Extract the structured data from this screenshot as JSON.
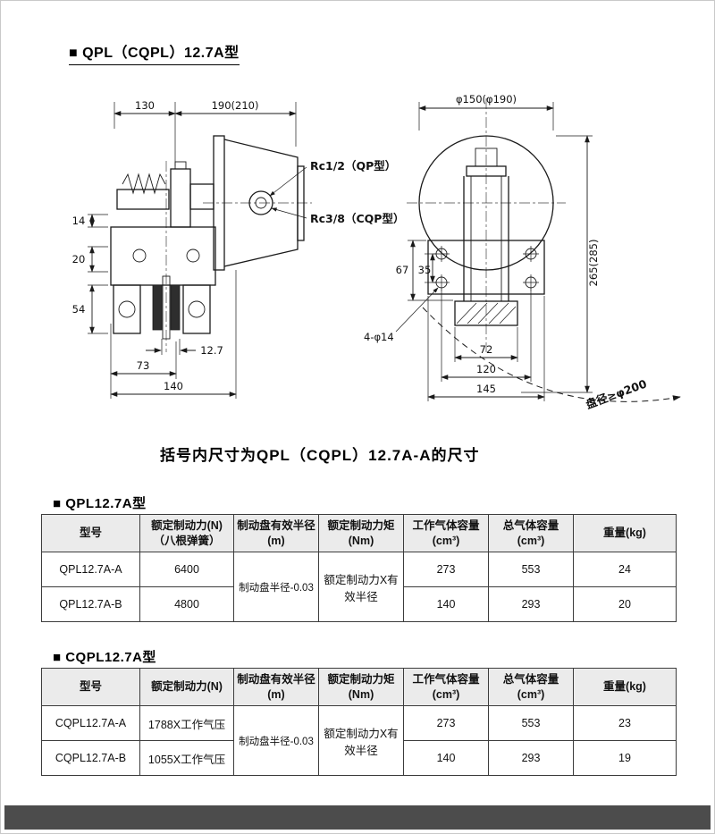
{
  "page": {
    "title": "■ QPL（CQPL）12.7A型",
    "caption": "括号内尺寸为QPL（CQPL）12.7A-A的尺寸"
  },
  "drawing_left": {
    "dims": {
      "w130": "130",
      "w190": "190(210)",
      "h14": "14",
      "h20": "20",
      "h54": "54",
      "disc_thickness": "12.7",
      "w73": "73",
      "w140": "140",
      "port_qp": "Rc1/2（QP型）",
      "port_cqp": "Rc3/8（CQP型）"
    }
  },
  "drawing_right": {
    "dims": {
      "dia150": "φ150(φ190)",
      "h265": "265(285)",
      "h67": "67",
      "h35": "35",
      "holes": "4-φ14",
      "w72": "72",
      "w120": "120",
      "w145": "145",
      "disc_dia": "盘径≥φ200"
    }
  },
  "qpl_table": {
    "section_title": "■ QPL12.7A型",
    "headers": [
      "型号",
      "额定制动力(N)\n（八根弹簧）",
      "制动盘有效半径\n(m)",
      "额定制动力矩\n(Nm)",
      "工作气体容量\n(cm³)",
      "总气体容量\n(cm³)",
      "重量(kg)"
    ],
    "merged": {
      "radius": "制动盘半径-0.03",
      "torque": "额定制动力X有效半径"
    },
    "rows": [
      {
        "model": "QPL12.7A-A",
        "force": "6400",
        "work_volume": "273",
        "total_volume": "553",
        "weight": "24"
      },
      {
        "model": "QPL12.7A-B",
        "force": "4800",
        "work_volume": "140",
        "total_volume": "293",
        "weight": "20"
      }
    ]
  },
  "cqpl_table": {
    "section_title": "■ CQPL12.7A型",
    "headers": [
      "型号",
      "额定制动力(N)",
      "制动盘有效半径\n(m)",
      "额定制动力矩\n(Nm)",
      "工作气体容量\n(cm³)",
      "总气体容量\n(cm³)",
      "重量(kg)"
    ],
    "merged": {
      "radius": "制动盘半径-0.03",
      "torque": "额定制动力X有效半径"
    },
    "rows": [
      {
        "model": "CQPL12.7A-A",
        "force": "1788X工作气压",
        "work_volume": "273",
        "total_volume": "553",
        "weight": "23"
      },
      {
        "model": "CQPL12.7A-B",
        "force": "1055X工作气压",
        "work_volume": "140",
        "total_volume": "293",
        "weight": "19"
      }
    ]
  }
}
